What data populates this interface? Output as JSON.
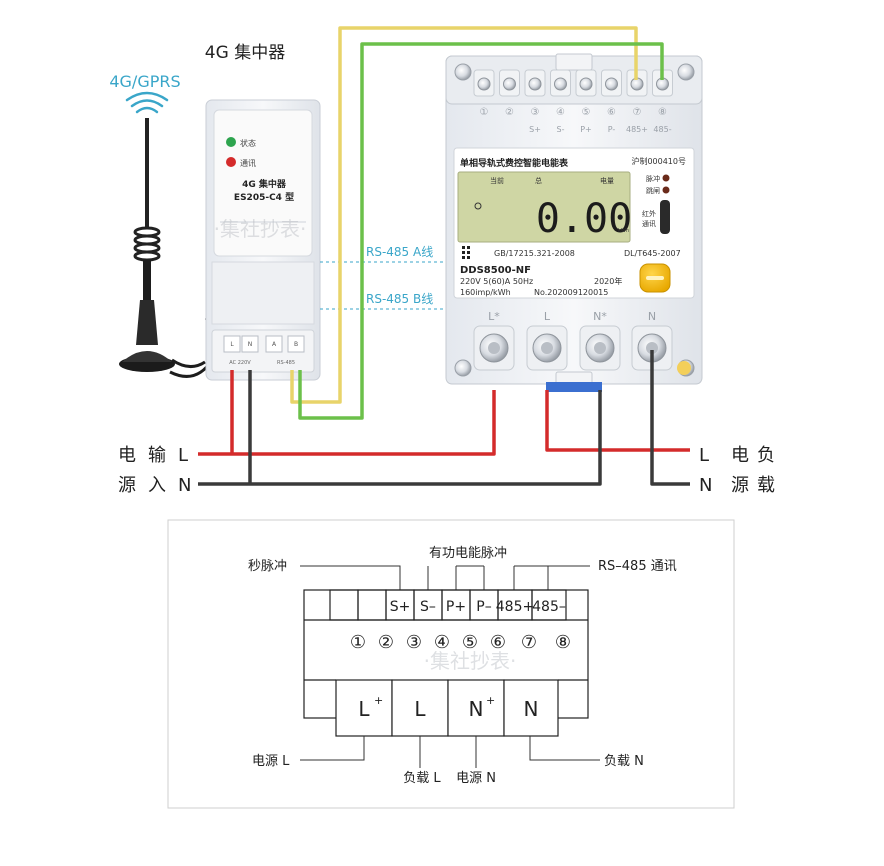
{
  "top": {
    "concentrator_title": "4G 集中器",
    "gprs_label": "4G/GPRS",
    "concentrator": {
      "status_label": "状态",
      "comm_label": "通讯",
      "model_line1": "4G 集中器",
      "model_line2": "ES205-C4 型",
      "terminals": [
        "L",
        "N",
        "A",
        "B"
      ],
      "terminal_sub": [
        "AC 220V",
        "RS-485"
      ]
    },
    "rs485_a": "RS-485 A线",
    "rs485_b": "RS-485 B线",
    "meter": {
      "terminal_numbers": [
        "①",
        "②",
        "③",
        "④",
        "⑤",
        "⑥",
        "⑦",
        "⑧"
      ],
      "terminal_labels": [
        "",
        "",
        "S+",
        "S-",
        "P+",
        "P-",
        "485+",
        "485-"
      ],
      "title": "单相导轨式费控智能电能表",
      "cert": "沪制000410号",
      "lcd_left": "当前",
      "lcd_mid": "总",
      "lcd_right": "电量",
      "lcd_value": "0.00",
      "lcd_unit": "kWh",
      "pulse_label": "脉冲",
      "trip_label": "跳闸",
      "ir_label1": "红外",
      "ir_label2": "通讯",
      "standard": "GB/17215.321-2008",
      "dlt": "DL/T645-2007",
      "model": "DDS8500-NF",
      "spec": "220V  5(60)A  50Hz",
      "year": "2020年",
      "imp": "160imp/kWh",
      "serial": "No.202009120015",
      "bottom_terminals": [
        "L*",
        "L",
        "N*",
        "N"
      ]
    },
    "left_labels": {
      "col1": [
        "电",
        "源"
      ],
      "col2": [
        "输",
        "入"
      ],
      "L": "L",
      "N": "N"
    },
    "right_labels": {
      "L": "L",
      "N": "N",
      "col1": [
        "电",
        "源"
      ],
      "col2": [
        "负",
        "载"
      ]
    },
    "watermark": "·集社抄表·"
  },
  "bottom": {
    "top_callouts": {
      "second_pulse": "秒脉冲",
      "active_pulse": "有功电能脉冲",
      "rs485_comm": "RS–485 通讯"
    },
    "terminals": [
      "",
      "",
      "S+",
      "S–",
      "P+",
      "P–",
      "485+",
      "485–"
    ],
    "numbers": [
      "①",
      "②",
      "③",
      "④",
      "⑤",
      "⑥",
      "⑦",
      "⑧"
    ],
    "power_terminals": [
      "L",
      "L",
      "N",
      "N"
    ],
    "power_sup": [
      "+",
      "",
      "+",
      ""
    ],
    "bottom_callouts": {
      "source_l": "电源 L",
      "load_l": "负载 L",
      "source_n": "电源 N",
      "load_n": "负载 N"
    },
    "watermark": "·集社抄表·"
  },
  "colors": {
    "wire_red": "#d42b2b",
    "wire_black": "#3a3a3a",
    "wire_yellow": "#e8d46a",
    "wire_green": "#6cc04a",
    "rs485_text": "#3aa6c9",
    "gprs_text": "#3aa6c9",
    "lcd_bg": "#cfd6a4",
    "button_yellow": "#f6b800"
  }
}
